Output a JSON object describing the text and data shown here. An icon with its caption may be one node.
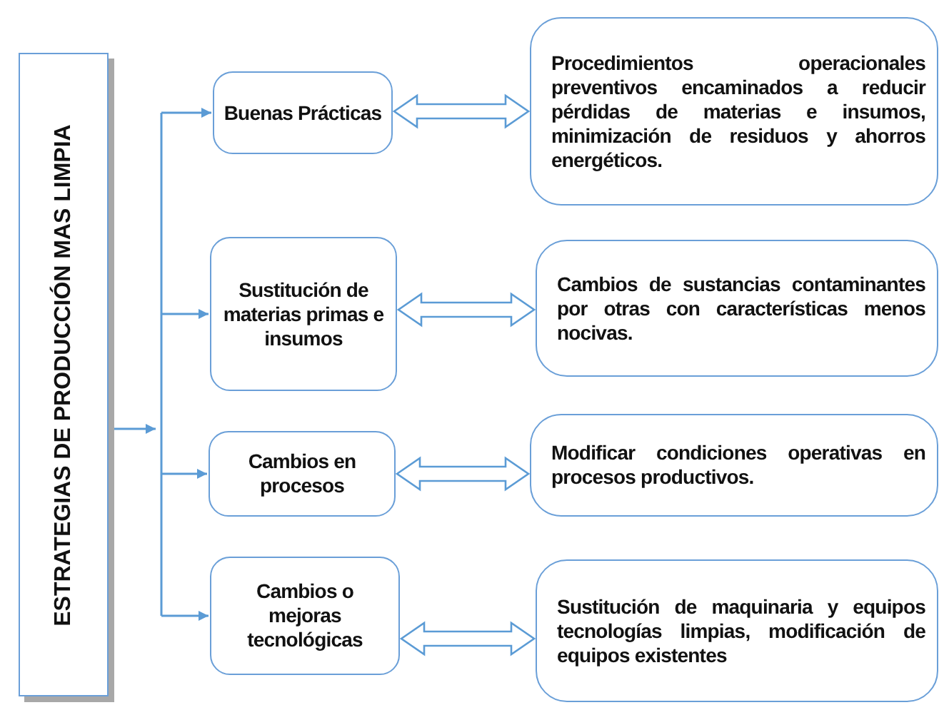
{
  "diagram": {
    "nodes": [
      {
        "text": [
          "ESTRATEGIAS DE PRODUCCIÓN MAS LIMPIA"
        ]
      },
      {
        "text": [
          "Buenas Prácticas"
        ]
      },
      {
        "text": [
          "Procedimientos operacionales preventivos encaminados a reducir pérdidas de materias e insumos, minimización de residuos y ahorros energéticos."
        ]
      },
      {
        "text": [
          "Sustitución de materias primas e insumos"
        ]
      },
      {
        "text": [
          "Cambios de sustancias contaminantes por otras con características menos nocivas."
        ]
      },
      {
        "text": [
          "Cambios en procesos"
        ]
      },
      {
        "text": [
          "Modificar condiciones operativas en procesos productivos."
        ]
      },
      {
        "text": [
          "Cambios o mejoras tecnológicas"
        ]
      },
      {
        "text": [
          "Sustitución de maquinaria y equipos tecnologías limpias, modificación de equipos existentes"
        ]
      }
    ],
    "edges": [
      {
        "from": 0,
        "to": 1,
        "arrow": "to"
      },
      {
        "from": 0,
        "to": 3,
        "arrow": "to"
      },
      {
        "from": 0,
        "to": 5,
        "arrow": "to"
      },
      {
        "from": 0,
        "to": 7,
        "arrow": "to"
      },
      {
        "from": 1,
        "to": 2,
        "arrow": "both"
      },
      {
        "from": 3,
        "to": 4,
        "arrow": "both"
      },
      {
        "from": 5,
        "to": 6,
        "arrow": "both"
      },
      {
        "from": 7,
        "to": 8,
        "arrow": "both"
      }
    ]
  }
}
